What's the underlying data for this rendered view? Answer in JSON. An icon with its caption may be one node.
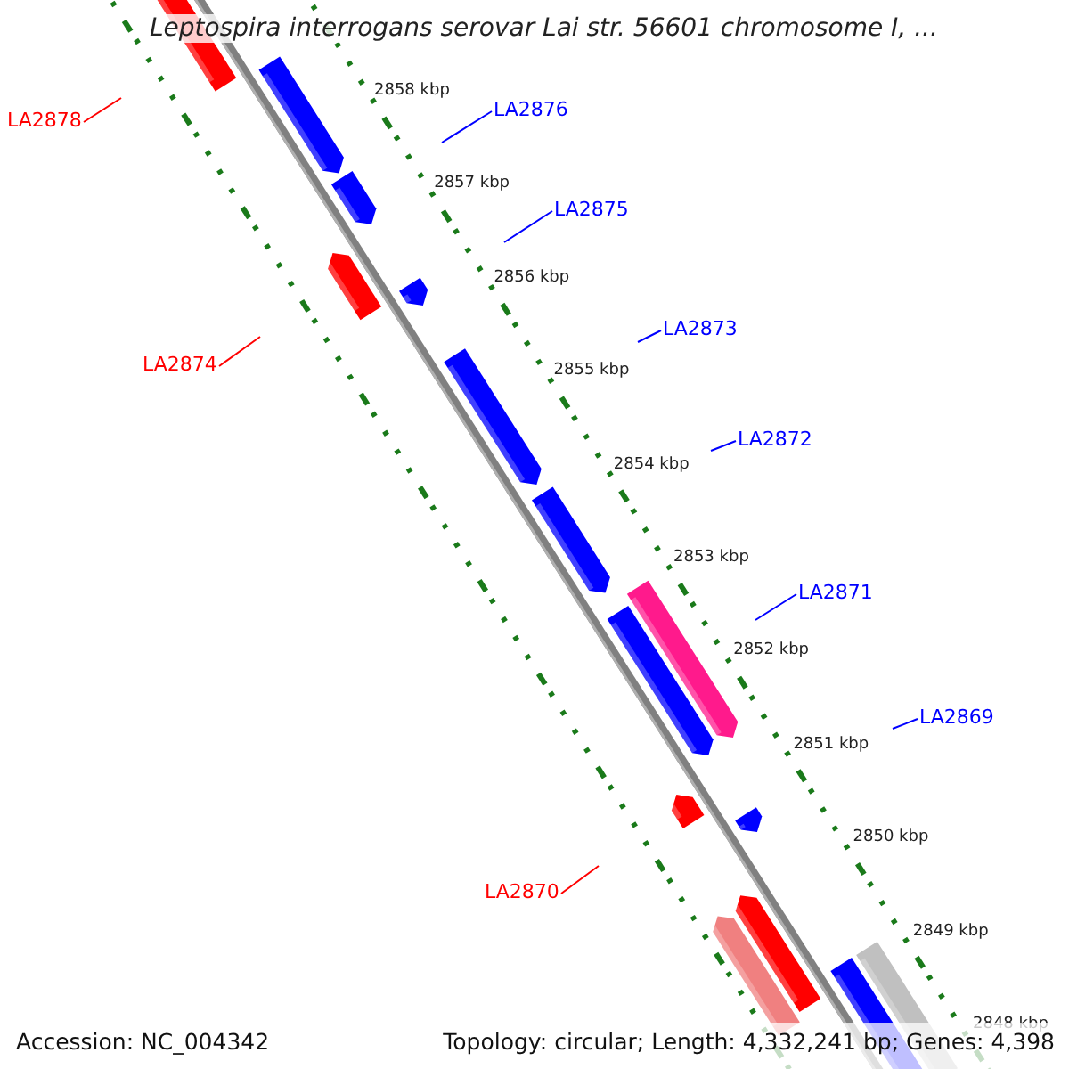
{
  "diagram": {
    "title": "Leptospira interrogans serovar Lai str. 56601 chromosome I, ...",
    "nodes": [
      {
        "text": [
          "LA2876"
        ]
      },
      {
        "text": [
          "LA2878"
        ]
      },
      {
        "text": [
          "LA2875"
        ]
      },
      {
        "text": [
          "LA2873"
        ]
      },
      {
        "text": [
          "LA2874"
        ]
      },
      {
        "text": [
          "LA2872"
        ]
      },
      {
        "text": [
          "LA2871"
        ]
      },
      {
        "text": [
          "LA2869"
        ]
      },
      {
        "text": [
          "LA2870"
        ]
      }
    ],
    "edges": [
      {
        "from": 0,
        "to": null,
        "arrow": "none"
      },
      {
        "from": 1,
        "to": null,
        "arrow": "none",
        "color": "#ff0000"
      },
      {
        "from": 2,
        "to": null,
        "arrow": "none"
      },
      {
        "from": 3,
        "to": null,
        "arrow": "none"
      },
      {
        "from": 4,
        "to": null,
        "arrow": "none",
        "color": "#ff0000"
      },
      {
        "from": 5,
        "to": null,
        "arrow": "none"
      },
      {
        "from": 6,
        "to": null,
        "arrow": "none"
      },
      {
        "from": 7,
        "to": null,
        "arrow": "none"
      },
      {
        "from": 8,
        "to": null,
        "arrow": "none",
        "color": "#ff0000"
      }
    ],
    "labels": [
      "2858 kbp",
      "2857 kbp",
      "2856 kbp",
      "2855 kbp",
      "2854 kbp",
      "2853 kbp",
      "2852 kbp",
      "2851 kbp",
      "2850 kbp",
      "2849 kbp",
      "2848 kbp",
      "Accession: NC_004342",
      "Topology: circular; Length: 4,332,241 bp; Genes: 4,398"
    ]
  }
}
